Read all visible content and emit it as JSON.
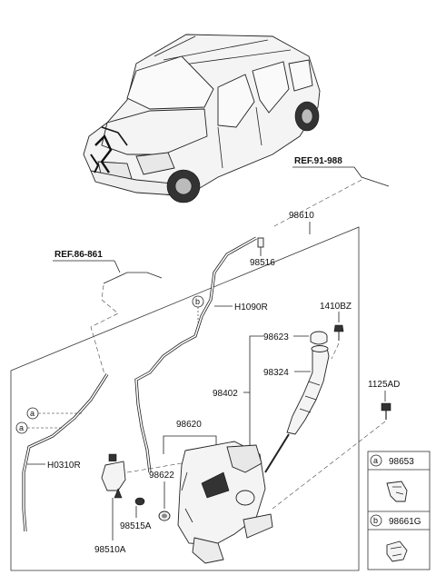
{
  "labels": {
    "ref_91_988": "REF.91-988",
    "ref_86_861": "REF.86-861",
    "p98610": "98610",
    "p98516": "98516",
    "h1090r": "H1090R",
    "p1410bz": "1410BZ",
    "p98623": "98623",
    "p98324": "98324",
    "p98402": "98402",
    "p1125ad": "1125AD",
    "p98620": "98620",
    "p98622": "98622",
    "h0310r": "H0310R",
    "p98515a": "98515A",
    "p98510a": "98510A"
  },
  "callouts": {
    "a": "a",
    "b": "b"
  },
  "legend": {
    "row_a": {
      "letter": "a",
      "part": "98653"
    },
    "row_b": {
      "letter": "b",
      "part": "98661G"
    }
  }
}
